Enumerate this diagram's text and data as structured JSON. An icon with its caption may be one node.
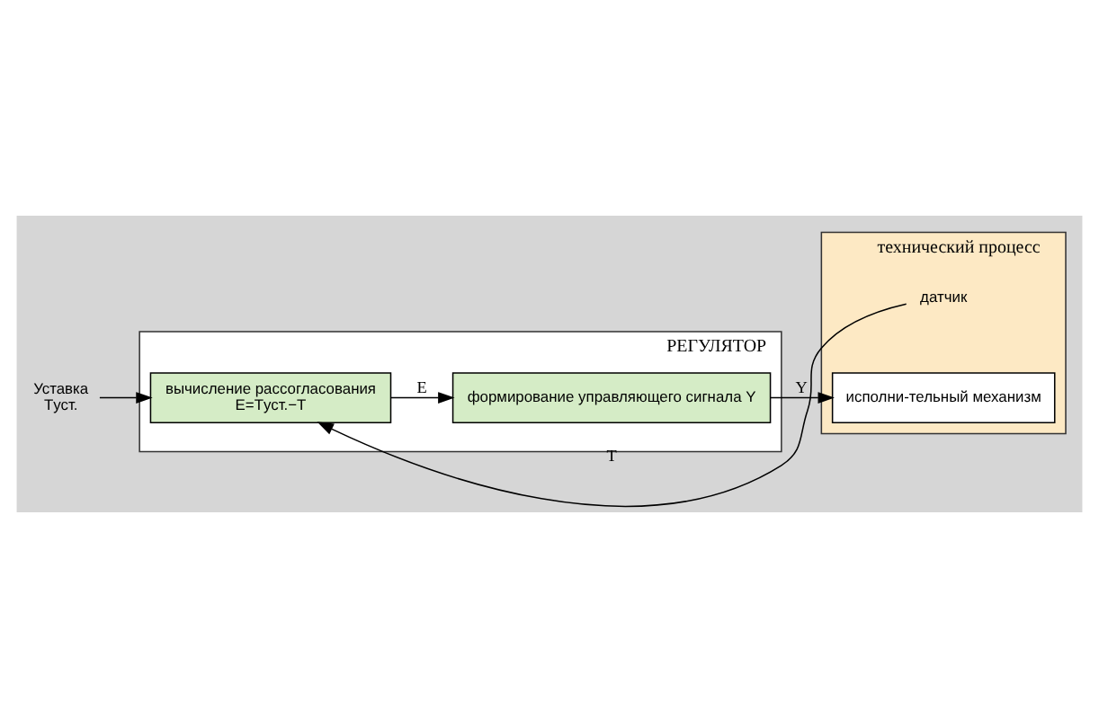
{
  "diagram": {
    "nodes": [
      {
        "text": [
          "РЕГУЛЯТОР"
        ]
      },
      {
        "text": [
          "вычисление рассогласования",
          "E=Tуст.−T"
        ],
        "in": 0
      },
      {
        "text": [
          "формирование управляющего сигнала Y"
        ],
        "in": 0
      },
      {
        "text": [
          "технический процесс"
        ]
      },
      {
        "text": [
          "датчик"
        ],
        "in": 3
      },
      {
        "text": [
          "исполни-тельный механизм"
        ],
        "in": 3
      },
      {
        "text": [
          "Уставка",
          "Tуст."
        ]
      }
    ],
    "edges": [
      {
        "from": 4,
        "to": 1,
        "arrow": "to",
        "label": "T"
      },
      {
        "from": 1,
        "to": 2,
        "arrow": "to",
        "label": "E"
      },
      {
        "from": 2,
        "to": 5,
        "arrow": "to",
        "label": "Y"
      },
      {
        "from": 6,
        "to": 1,
        "arrow": "to"
      }
    ]
  }
}
